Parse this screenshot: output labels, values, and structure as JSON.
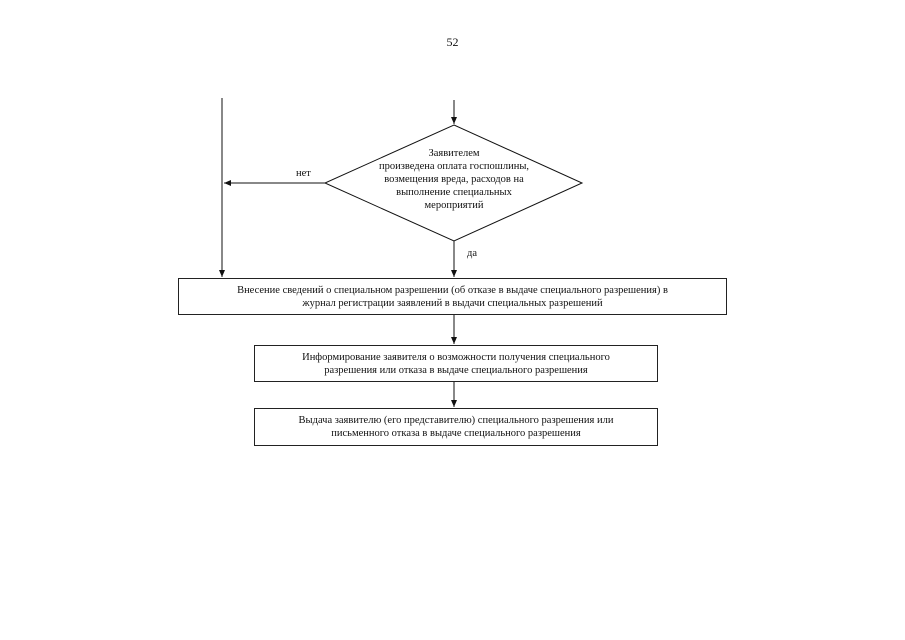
{
  "page_number": "52",
  "decision": {
    "lines": [
      "Заявителем",
      "произведена оплата госпошлины,",
      "возмещения вреда, расходов на",
      "выполнение специальных",
      "мероприятий"
    ],
    "no_label": "нет",
    "yes_label": "да"
  },
  "steps": [
    {
      "lines": [
        "Внесение сведений о специальном разрешении (об отказе в выдаче специального разрешения) в",
        "журнал регистрации заявлений в выдачи специальных разрешений"
      ]
    },
    {
      "lines": [
        "Информирование заявителя о возможности получения специального",
        "разрешения или отказа в выдаче специального разрешения"
      ]
    },
    {
      "lines": [
        "Выдача заявителю (его представителю) специального разрешения или",
        "письменного отказа в выдаче специального разрешения"
      ]
    }
  ]
}
